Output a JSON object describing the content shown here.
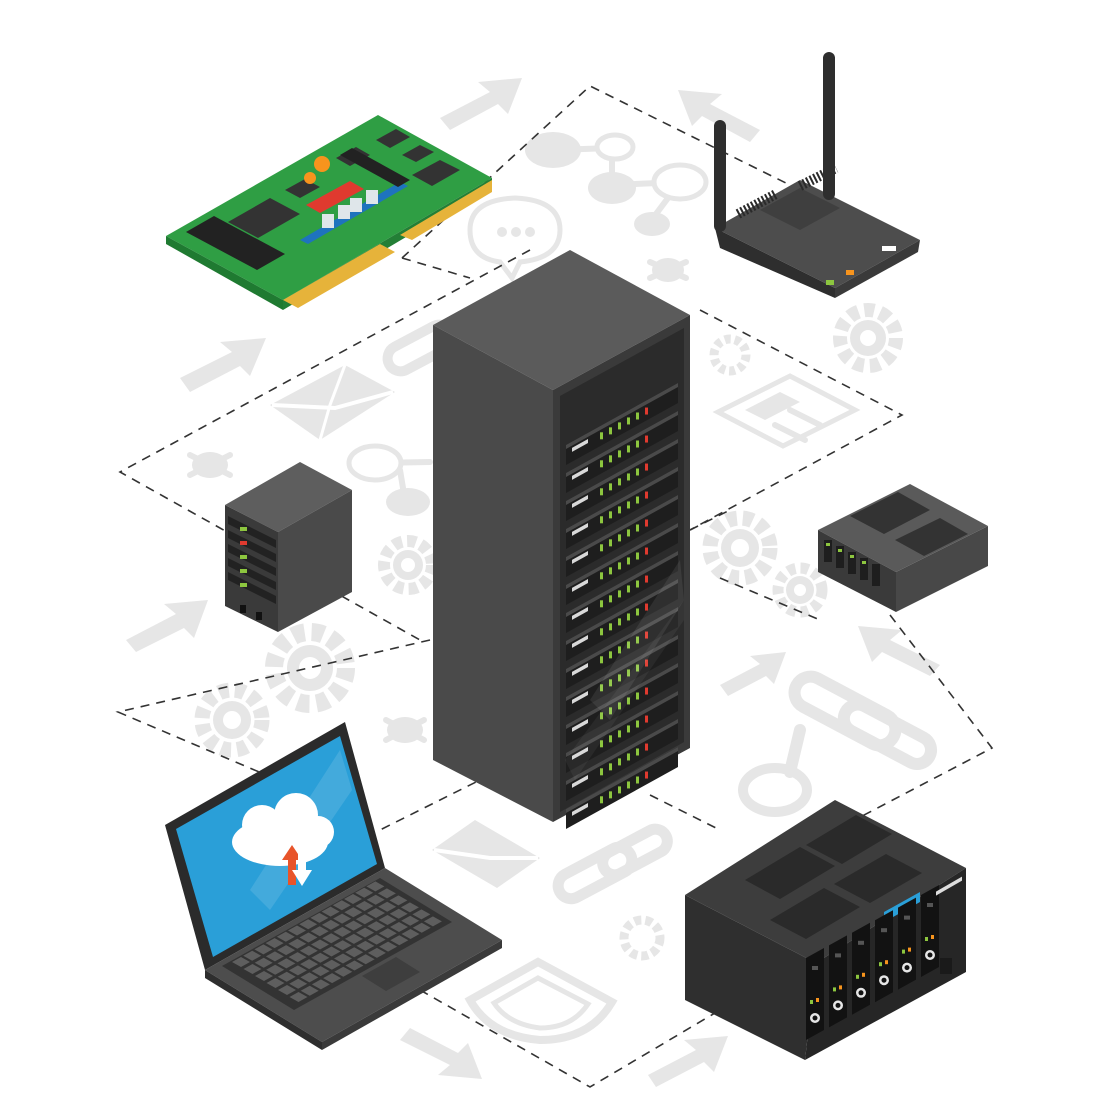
{
  "scene": {
    "description_type": "isometric network hardware illustration",
    "colors": {
      "background": "#ffffff",
      "dashed_lines": "#333333",
      "background_icons": "#e6e6e6",
      "device_dark": "#3a3a3a",
      "device_mid": "#4d4d4d",
      "device_light": "#5e5e5e",
      "pcb_green": "#2f9e44",
      "laptop_screen": "#2a9fd8",
      "led_green": "#8dc63f",
      "led_red": "#e03a2f",
      "led_orange": "#f7941d"
    },
    "devices": [
      {
        "name": "network-card"
      },
      {
        "name": "wifi-router"
      },
      {
        "name": "tower-server"
      },
      {
        "name": "server-rack"
      },
      {
        "name": "rack-unit-server"
      },
      {
        "name": "laptop"
      },
      {
        "name": "nas-storage"
      }
    ],
    "background_icons": [
      "arrow-icon",
      "network-nodes-icon",
      "chat-bubble-icon",
      "bug-icon",
      "gear-icon",
      "envelope-icon",
      "link-chain-icon",
      "document-icon",
      "search-icon",
      "shield-icon",
      "upload-download-icon"
    ]
  }
}
